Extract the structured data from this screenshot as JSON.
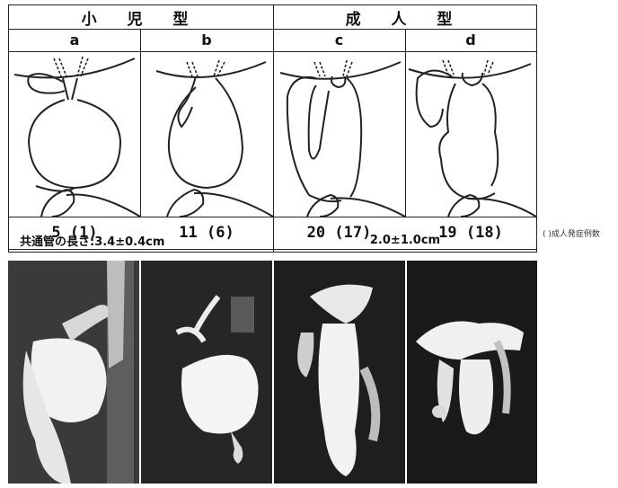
{
  "header": {
    "pediatric_type": "小 児 型",
    "adult_type": "成 人 型"
  },
  "subtypes": [
    "a",
    "b",
    "c",
    "d"
  ],
  "counts": [
    "5 (1)",
    "11 (6)",
    "20 (17)",
    "19 (18)"
  ],
  "common_duct_length": {
    "pediatric": "共通管の長さ:3.4±0.4cm",
    "adult": "2.0±1.0cm"
  },
  "note": "(  )成人発症例数"
}
